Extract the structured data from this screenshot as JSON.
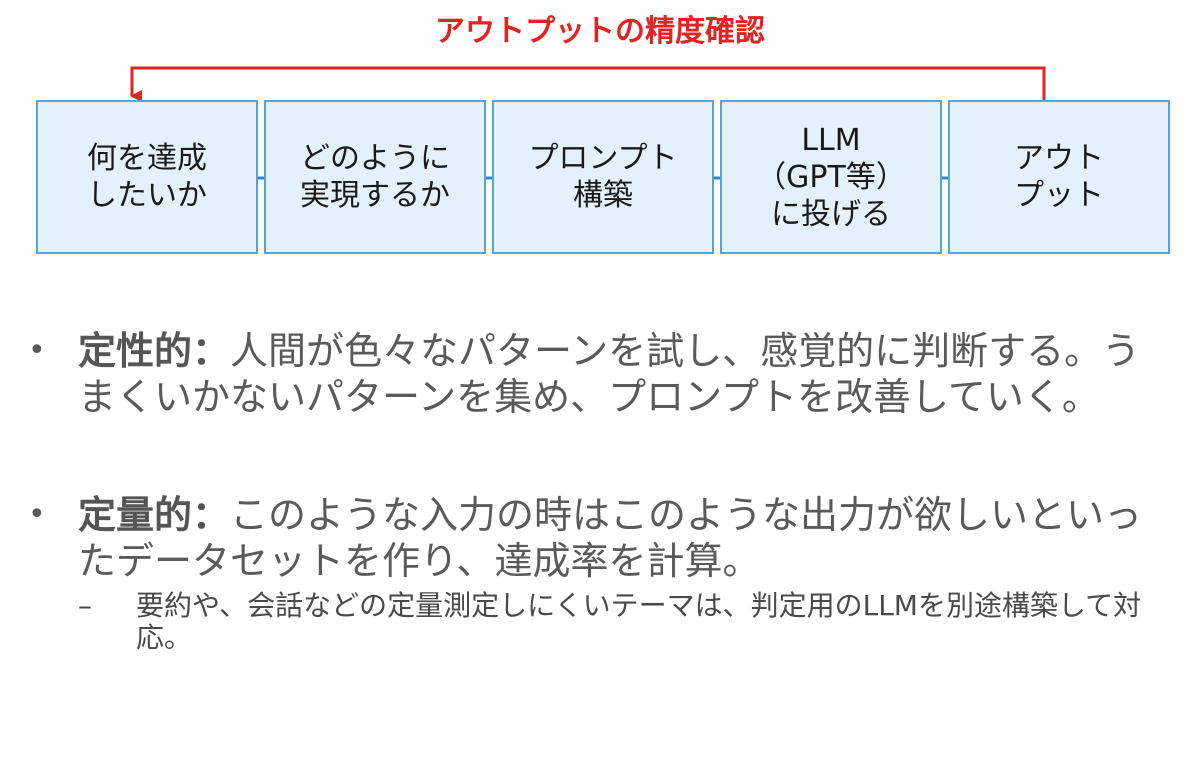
{
  "diagram": {
    "feedback_label": "アウトプットの精度確認",
    "steps": [
      {
        "label": "何を達成\nしたいか"
      },
      {
        "label": "どのように\n実現するか"
      },
      {
        "label": "プロンプト\n構築"
      },
      {
        "label": "LLM\n（GPT等）\nに投げる"
      },
      {
        "label": "アウト\nプット"
      }
    ],
    "colors": {
      "box_fill": "#e4f1fb",
      "box_border": "#52a6d8",
      "arrow": "#2f8ac9",
      "feedback": "#e32222"
    }
  },
  "bullets": [
    {
      "marker": "•",
      "term": "定性的：",
      "text": "人間が色々なパターンを試し、感覚的に判断する。うまくいかないパターンを集め、プロンプトを改善していく。"
    },
    {
      "marker": "•",
      "term": "定量的：",
      "text": "このような入力の時はこのような出力が欲しいといったデータセットを作り、達成率を計算。",
      "sub": {
        "marker": "–",
        "text": "要約や、会話などの定量測定しにくいテーマは、判定用のLLMを別途構築して対応。"
      }
    }
  ]
}
